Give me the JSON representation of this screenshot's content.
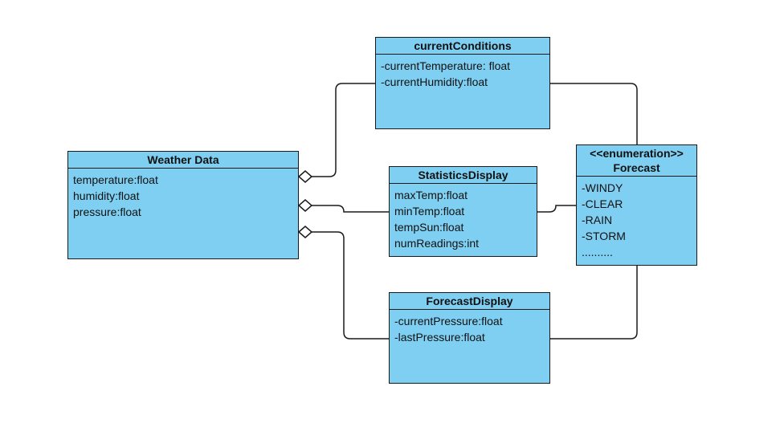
{
  "diagram": {
    "weather_data": {
      "title": "Weather Data",
      "attributes": [
        "temperature:float",
        "humidity:float",
        "pressure:float"
      ]
    },
    "current_conditions": {
      "title": "currentConditions",
      "attributes": [
        "-currentTemperature: float",
        "-currentHumidity:float"
      ]
    },
    "statistics_display": {
      "title": "StatisticsDisplay",
      "attributes": [
        "maxTemp:float",
        "minTemp:float",
        "tempSun:float",
        "numReadings:int"
      ]
    },
    "forecast_display": {
      "title": "ForecastDisplay",
      "attributes": [
        "-currentPressure:float",
        "-lastPressure:float"
      ]
    },
    "forecast": {
      "stereotype": "<<enumeration>>",
      "title": "Forecast",
      "attributes": [
        "-WINDY",
        "-CLEAR",
        "-RAIN",
        "-STORM",
        ".........."
      ]
    },
    "colors": {
      "class_fill": "#7fcff2",
      "border": "#1a1a1a"
    }
  }
}
